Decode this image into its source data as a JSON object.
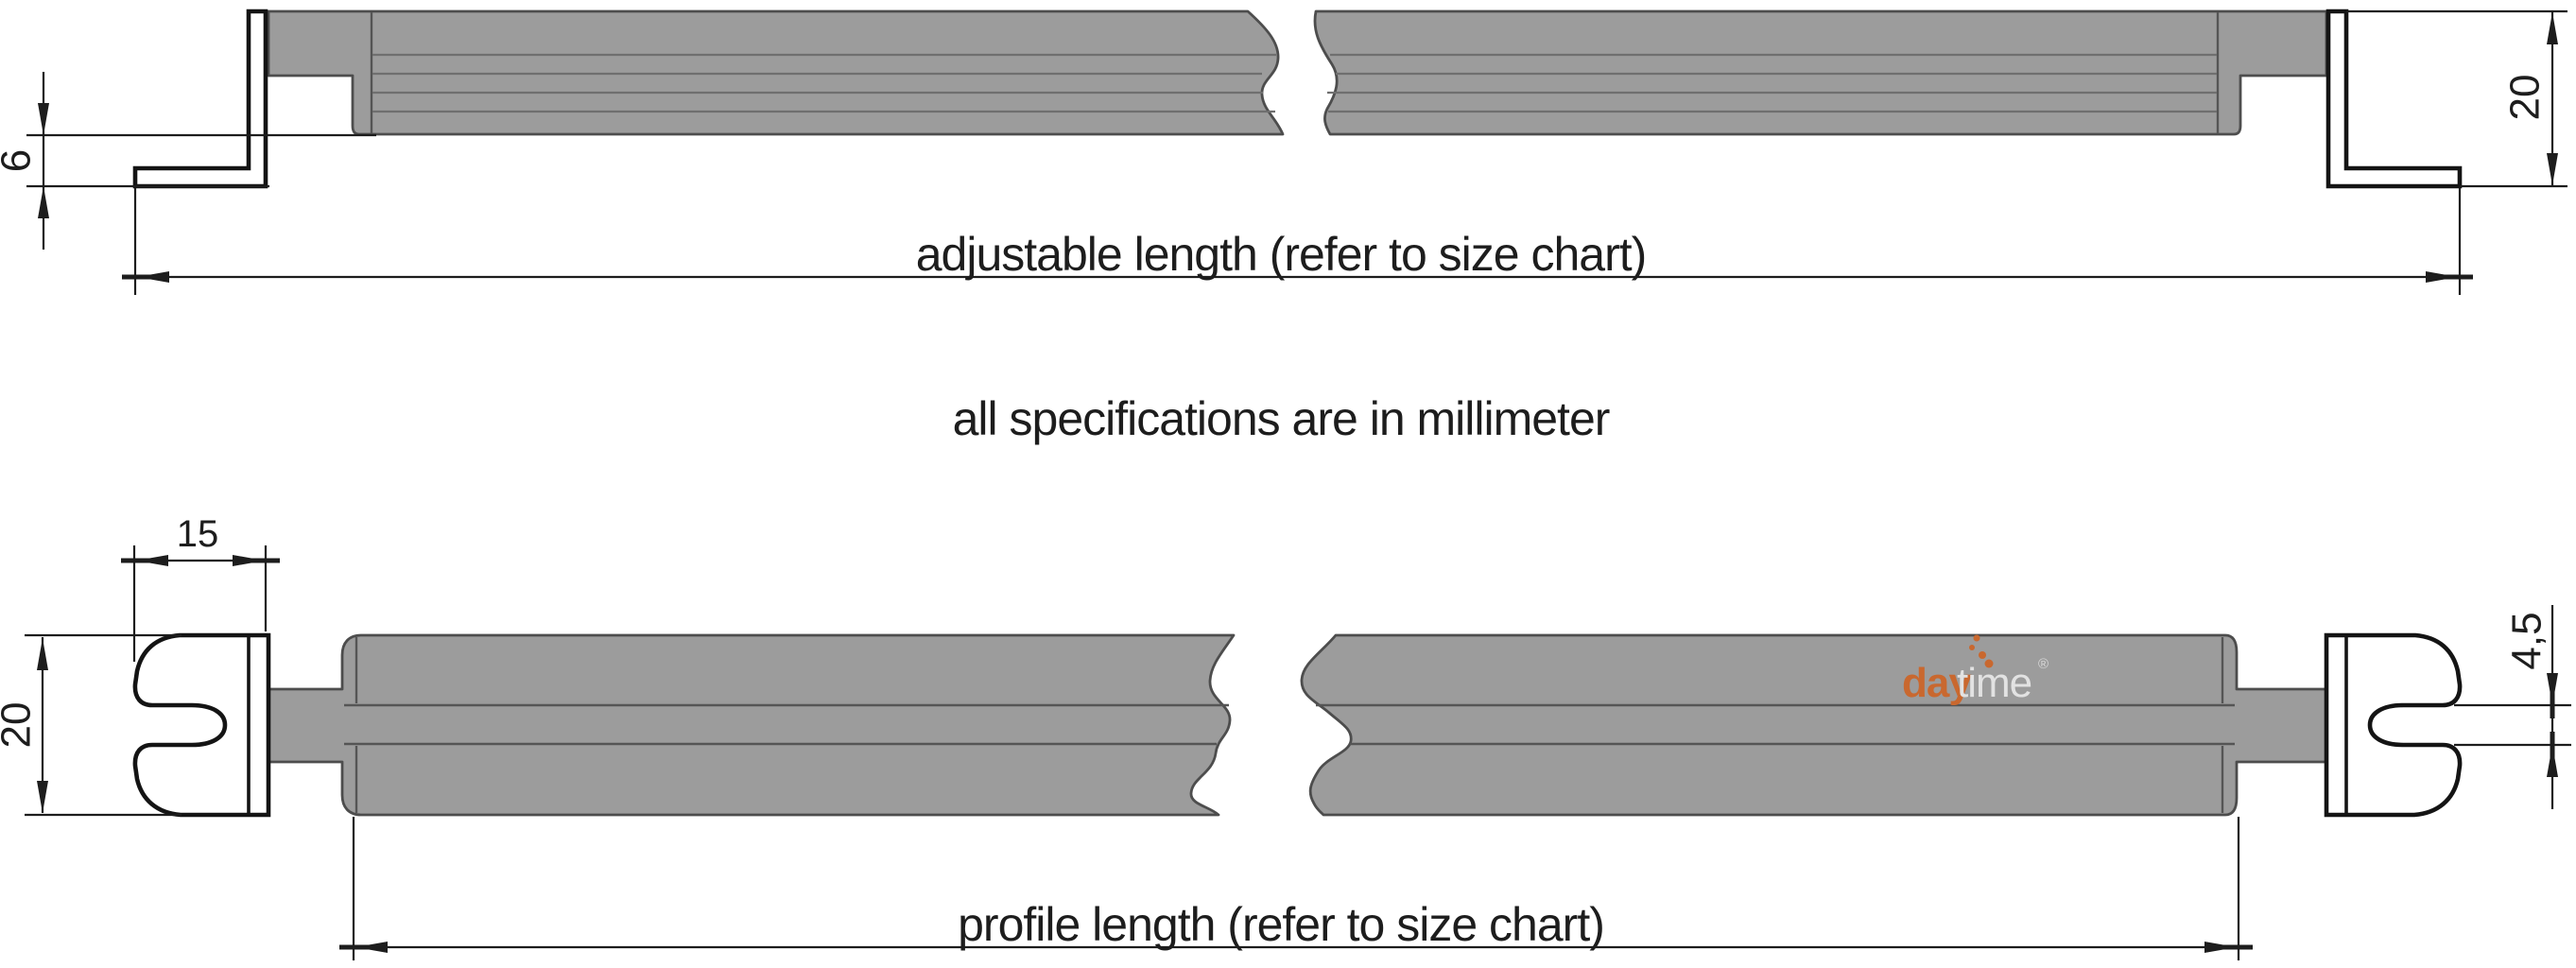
{
  "note": {
    "text": "all specifications are in millimeter"
  },
  "top_view": {
    "dim_offset": "6",
    "dim_end": "20",
    "length_label": "adjustable length (refer to size chart)"
  },
  "bottom_view": {
    "dim_clip_width": "15",
    "dim_clip_height": "20",
    "dim_slot": "4,5",
    "length_label": "profile length (refer to size chart)",
    "logo": {
      "day": "day",
      "time": "time",
      "reg": "®"
    }
  },
  "colors": {
    "profile_gray": "#9c9c9c",
    "line_black": "#1d1d1d",
    "gray_edge": "#4d4d4d",
    "ridge_gray": "#6f6f6f",
    "logo_orange": "#c9682f",
    "logo_light": "#e2e2e2",
    "background": "#ffffff"
  }
}
